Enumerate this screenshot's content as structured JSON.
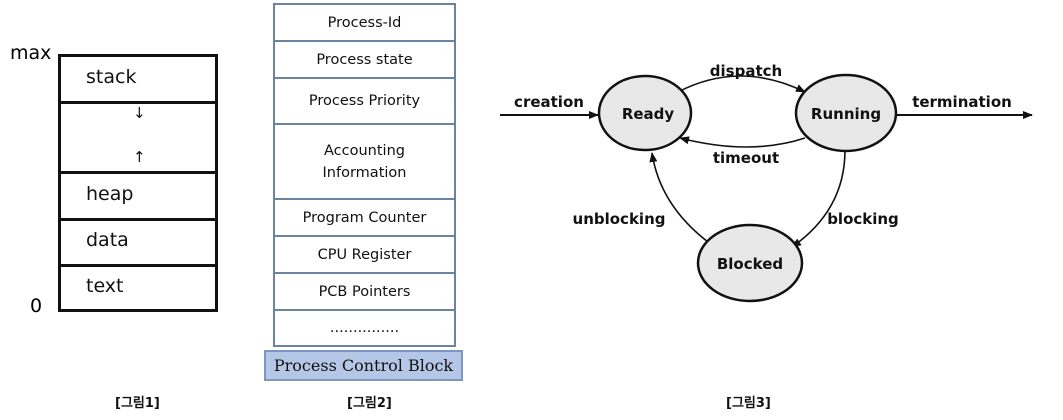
{
  "figure1": {
    "max_label": "max",
    "zero_label": "0",
    "segments": [
      "stack",
      "",
      "heap",
      "data",
      "text"
    ],
    "caption": "[그림1]"
  },
  "figure2": {
    "fields": [
      "Process-Id",
      "Process state",
      "Process Priority",
      "Accounting Information",
      "Program Counter",
      "CPU Register",
      "PCB Pointers",
      "..............."
    ],
    "title": "Process Control Block",
    "caption": "[그림2]",
    "title_bg": "#b4c7e7"
  },
  "figure3": {
    "states": {
      "ready": "Ready",
      "running": "Running",
      "blocked": "Blocked"
    },
    "transitions": {
      "creation": "creation",
      "dispatch": "dispatch",
      "timeout": "timeout",
      "termination": "termination",
      "blocking": "blocking",
      "unblocking": "unblocking"
    },
    "caption": "[그림3]",
    "state_fill": "#e8e8e8"
  }
}
